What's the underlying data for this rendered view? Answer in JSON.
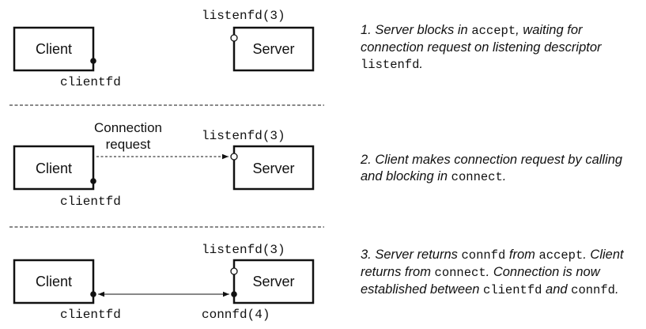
{
  "labels": {
    "client": "Client",
    "server": "Server",
    "listenfd": "listenfd(3)",
    "clientfd": "clientfd",
    "connfd": "connfd(4)",
    "connection_request_line1": "Connection",
    "connection_request_line2": "request"
  },
  "steps": [
    {
      "parts": [
        {
          "text": "1. Server blocks in ",
          "code": false
        },
        {
          "text": "accept",
          "code": true
        },
        {
          "text": ", waiting for connection request on listening descriptor ",
          "code": false
        },
        {
          "text": "listenfd",
          "code": true
        },
        {
          "text": ".",
          "code": false
        }
      ]
    },
    {
      "parts": [
        {
          "text": "2. Client makes connection request by calling and blocking in ",
          "code": false
        },
        {
          "text": "connect",
          "code": true
        },
        {
          "text": ".",
          "code": false
        }
      ]
    },
    {
      "parts": [
        {
          "text": "3. Server returns ",
          "code": false
        },
        {
          "text": "connfd",
          "code": true
        },
        {
          "text": " from ",
          "code": false
        },
        {
          "text": "accept",
          "code": true
        },
        {
          "text": ". Client returns from ",
          "code": false
        },
        {
          "text": "connect",
          "code": true
        },
        {
          "text": ". Connection is now established between ",
          "code": false
        },
        {
          "text": "clientfd",
          "code": true
        },
        {
          "text": " and ",
          "code": false
        },
        {
          "text": "connfd",
          "code": true
        },
        {
          "text": ".",
          "code": false
        }
      ]
    }
  ]
}
